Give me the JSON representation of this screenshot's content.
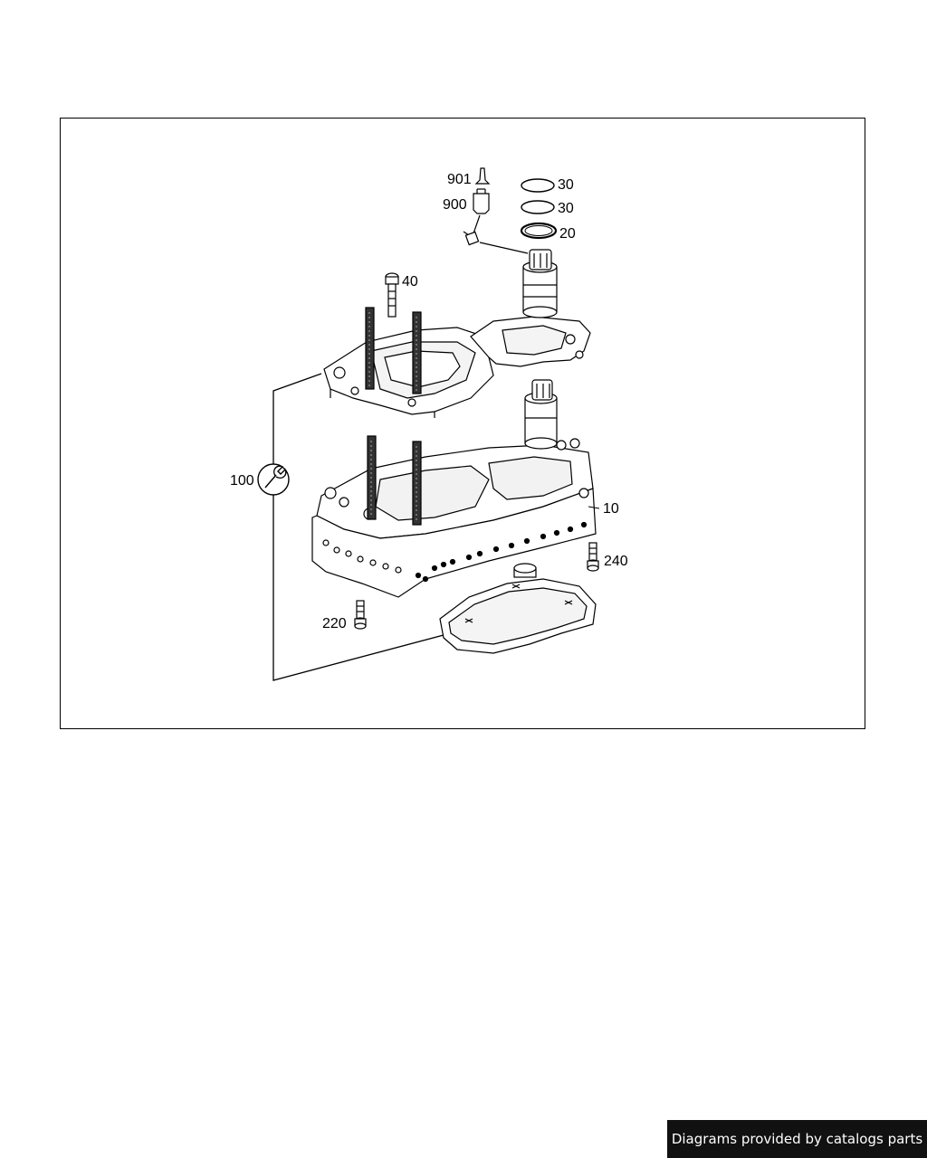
{
  "diagram": {
    "callouts": {
      "c901": "901",
      "c900": "900",
      "c30a": "30",
      "c30b": "30",
      "c20": "20",
      "c40": "40",
      "c100": "100",
      "c10": "10",
      "c240": "240",
      "c220": "220"
    }
  },
  "footer": {
    "credit": "Diagrams provided by catalogs parts"
  },
  "colors": {
    "line": "#000000",
    "part_shade": "#d9d9d9",
    "footer_bg": "#111111",
    "footer_text": "#ffffff"
  },
  "icons": {
    "assembly_symbol": "wrench-icon"
  }
}
